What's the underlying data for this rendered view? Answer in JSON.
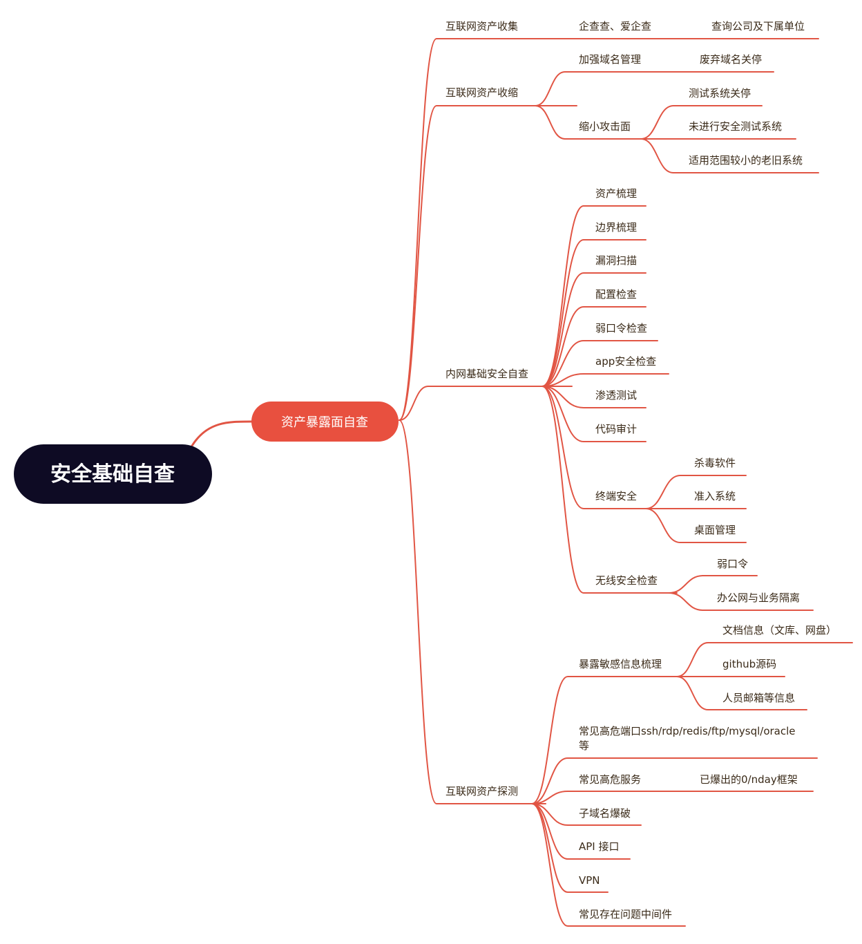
{
  "colors": {
    "line": "#e15544",
    "root_bg": "#0e0b24",
    "level1_bg": "#e8503f",
    "text": "#3a2a18"
  },
  "root": "安全基础自查",
  "level1": "资产暴露面自查",
  "sections": {
    "collect": {
      "label": "互联网资产收集",
      "item": "企查查、爱企查",
      "leaf": "查询公司及下属单位"
    },
    "shrink": {
      "label": "互联网资产收缩",
      "domain": "加强域名管理",
      "domain_leaf": "废弃域名关停",
      "attack": "缩小攻击面",
      "attack_leaves": [
        "测试系统关停",
        "未进行安全测试系统",
        "适用范围较小的老旧系统"
      ]
    },
    "intranet": {
      "label": "内网基础安全自查",
      "items": [
        "资产梳理",
        "边界梳理",
        "漏洞扫描",
        "配置检查",
        "弱口令检查",
        "app安全检查",
        "渗透测试",
        "代码审计"
      ],
      "endpoint": "终端安全",
      "endpoint_leaves": [
        "杀毒软件",
        "准入系统",
        "桌面管理"
      ],
      "wireless": "无线安全检查",
      "wireless_leaves": [
        "弱口令",
        "办公网与业务隔离"
      ]
    },
    "probe": {
      "label": "互联网资产探测",
      "sensitive": "暴露敏感信息梳理",
      "sensitive_leaves": [
        "文档信息（文库、网盘）",
        "github源码",
        "人员邮箱等信息"
      ],
      "ports_line1": "常见高危端口ssh/rdp/redis/ftp/mysql/oracle",
      "ports_line2": "等",
      "service": "常见高危服务",
      "service_leaf": "已爆出的0/nday框架",
      "items": [
        "子域名爆破",
        "API 接口",
        "VPN",
        "常见存在问题中间件"
      ]
    }
  }
}
